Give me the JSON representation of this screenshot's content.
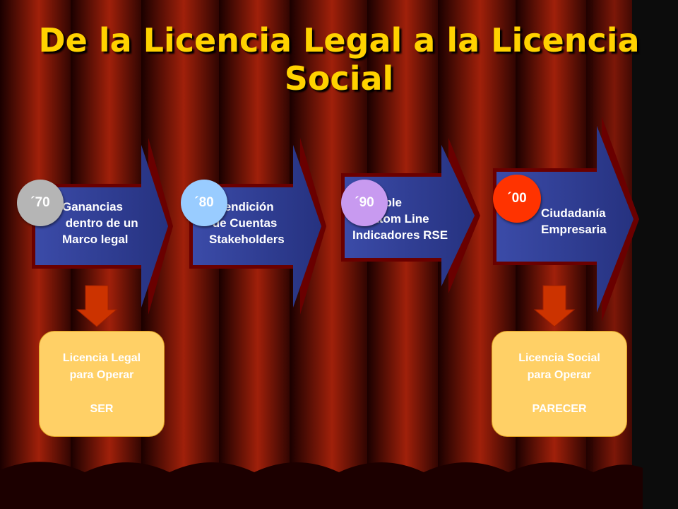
{
  "title": "De la Licencia Legal a la Licencia Social",
  "stages": [
    {
      "era": "´70",
      "era_color": "#b5b5b5",
      "text": "Ganancias\n dentro de un\nMarco legal"
    },
    {
      "era": "´80",
      "era_color": "#99ccff",
      "text": "  Rendición\n de Cuentas\nStakeholders"
    },
    {
      "era": "´90",
      "era_color": "#c89af0",
      "text": "   Tripple\n  Bottom Line\nIndicadores RSE"
    },
    {
      "era": "´00",
      "era_color": "#ff3300",
      "text": "Ciudadanía\nEmpresaria"
    }
  ],
  "licenses": [
    {
      "line1": "Licencia Legal",
      "line2": "para Operar",
      "line3": "SER"
    },
    {
      "line1": "Licencia Social",
      "line2": "para Operar",
      "line3": "PARECER"
    }
  ],
  "colors": {
    "title": "#ffd200",
    "arrow_fill": "#2e3a8c",
    "arrow_outline": "#6a0000",
    "down_arrow": "#cc3300",
    "license_box": "#ffd066",
    "curtain_dark": "#1a0000",
    "curtain_light": "#a0200a"
  }
}
